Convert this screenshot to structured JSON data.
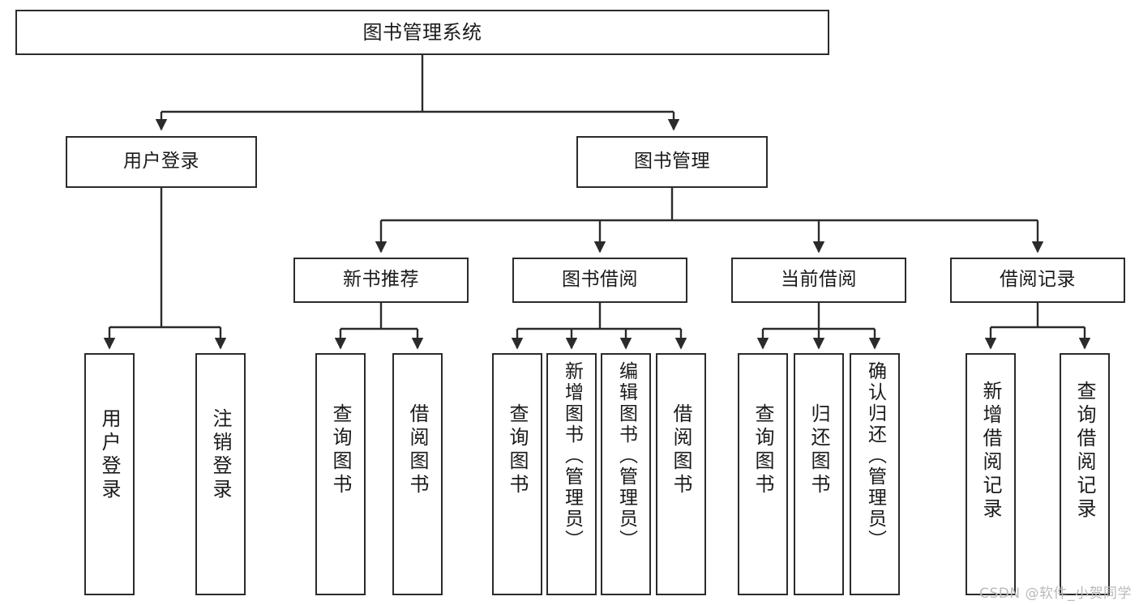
{
  "diagram": {
    "title": "图书管理系统",
    "type": "tree-hierarchy",
    "root": {
      "label": "图书管理系统"
    },
    "level2": [
      {
        "label": "用户登录"
      },
      {
        "label": "图书管理"
      }
    ],
    "level3": [
      {
        "label": "新书推荐"
      },
      {
        "label": "图书借阅"
      },
      {
        "label": "当前借阅"
      },
      {
        "label": "借阅记录"
      }
    ],
    "leaves": {
      "user_login": [
        {
          "label": "用户登录"
        },
        {
          "label": "注销登录"
        }
      ],
      "new_book_recommend": [
        {
          "label": "查询图书"
        },
        {
          "label": "借阅图书"
        }
      ],
      "book_borrow": [
        {
          "label": "查询图书"
        },
        {
          "label": "新增图书（管理员）"
        },
        {
          "label": "编辑图书（管理员）"
        },
        {
          "label": "借阅图书"
        }
      ],
      "current_borrow": [
        {
          "label": "查询图书"
        },
        {
          "label": "归还图书"
        },
        {
          "label": "确认归还（管理员）"
        }
      ],
      "borrow_record": [
        {
          "label": "新增借阅记录"
        },
        {
          "label": "查询借阅记录"
        }
      ]
    }
  },
  "watermark": {
    "text": "CSDN @软件_小贺同学"
  },
  "colors": {
    "box_border": "#2b2b2b",
    "box_fill": "#ffffff",
    "edge": "#2b2b2b",
    "text": "#1a1a1a",
    "watermark": "#b9b9b9",
    "background": "#ffffff"
  }
}
